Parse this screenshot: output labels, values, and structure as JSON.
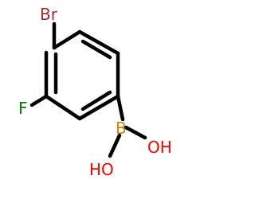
{
  "molecule": {
    "atoms": {
      "br": {
        "symbol": "Br",
        "color": "#a52a2a"
      },
      "f": {
        "symbol": "F",
        "color": "#008000"
      },
      "b": {
        "symbol": "B",
        "color": "#c8860a"
      },
      "oh_right": {
        "symbol": "OH",
        "color": "#ff0000"
      },
      "ho_bottom": {
        "symbol": "HO",
        "color": "#ff0000"
      }
    },
    "bond_color": "#000000"
  }
}
